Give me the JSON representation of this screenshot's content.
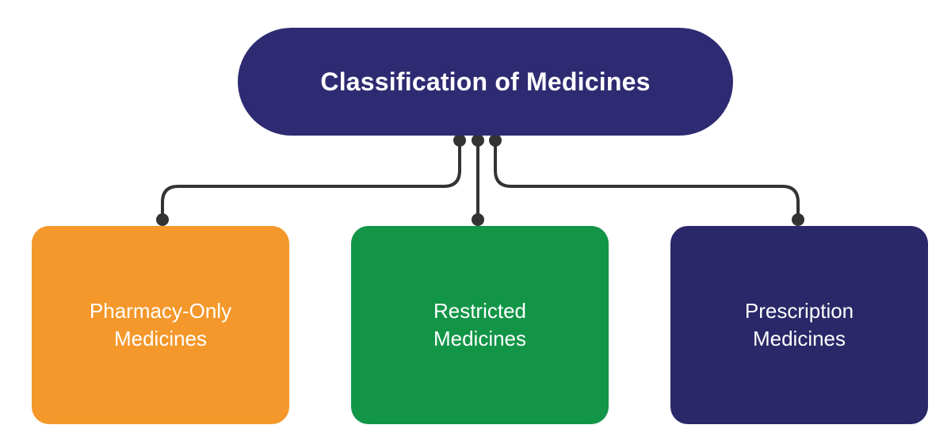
{
  "diagram": {
    "title": "Classification of Medicines",
    "type": "hierarchy-tree",
    "root": {
      "label": "Classification of Medicines",
      "shape": "pill",
      "fill": "#2E2B72",
      "text_color": "#FFFFFF"
    },
    "children": [
      {
        "id": "pharmacy-only",
        "line1": "Pharmacy-Only",
        "line2": "Medicines",
        "shape": "rounded-rectangle",
        "fill": "#F4982B",
        "text_color": "#FFFFFF"
      },
      {
        "id": "restricted",
        "line1": "Restricted",
        "line2": "Medicines",
        "shape": "rounded-rectangle",
        "fill": "#129547",
        "text_color": "#FFFFFF"
      },
      {
        "id": "prescription",
        "line1": "Prescription",
        "line2": "Medicines",
        "shape": "rounded-rectangle",
        "fill": "#2A2868",
        "text_color": "#FFFFFF"
      }
    ],
    "connectors": {
      "line_color": "#333333",
      "line_width": 4,
      "dot_color": "#333333",
      "dot_radius": 8,
      "style": "elbow-rounded"
    },
    "background": "#FFFFFF"
  }
}
